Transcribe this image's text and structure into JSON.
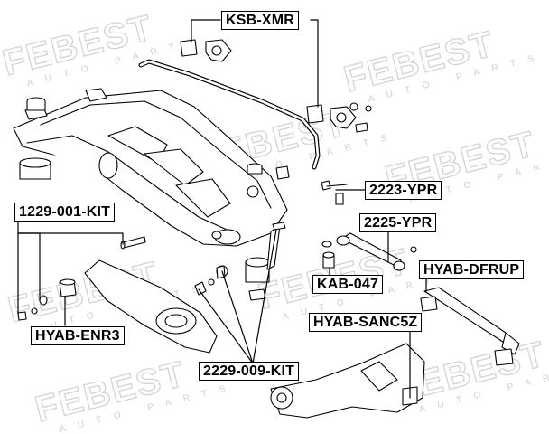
{
  "watermark": {
    "brand": "FEBEST",
    "tagline": "AUTO PARTS"
  },
  "part_labels": [
    {
      "id": "ksb-xmr",
      "text": "KSB-XMR"
    },
    {
      "id": "2223-ypr",
      "text": "2223-YPR"
    },
    {
      "id": "1229-001-kit",
      "text": "1229-001-KIT"
    },
    {
      "id": "2225-ypr",
      "text": "2225-YPR"
    },
    {
      "id": "hyab-dfrup",
      "text": "HYAB-DFRUP"
    },
    {
      "id": "kab-047",
      "text": "KAB-047"
    },
    {
      "id": "hyab-sanc5z",
      "text": "HYAB-SANC5Z"
    },
    {
      "id": "hyab-enr3",
      "text": "HYAB-ENR3"
    },
    {
      "id": "2229-009-kit",
      "text": "2229-009-KIT"
    }
  ],
  "colors": {
    "line": "#000000",
    "watermark": "#d4d4d4",
    "background": "#ffffff"
  }
}
